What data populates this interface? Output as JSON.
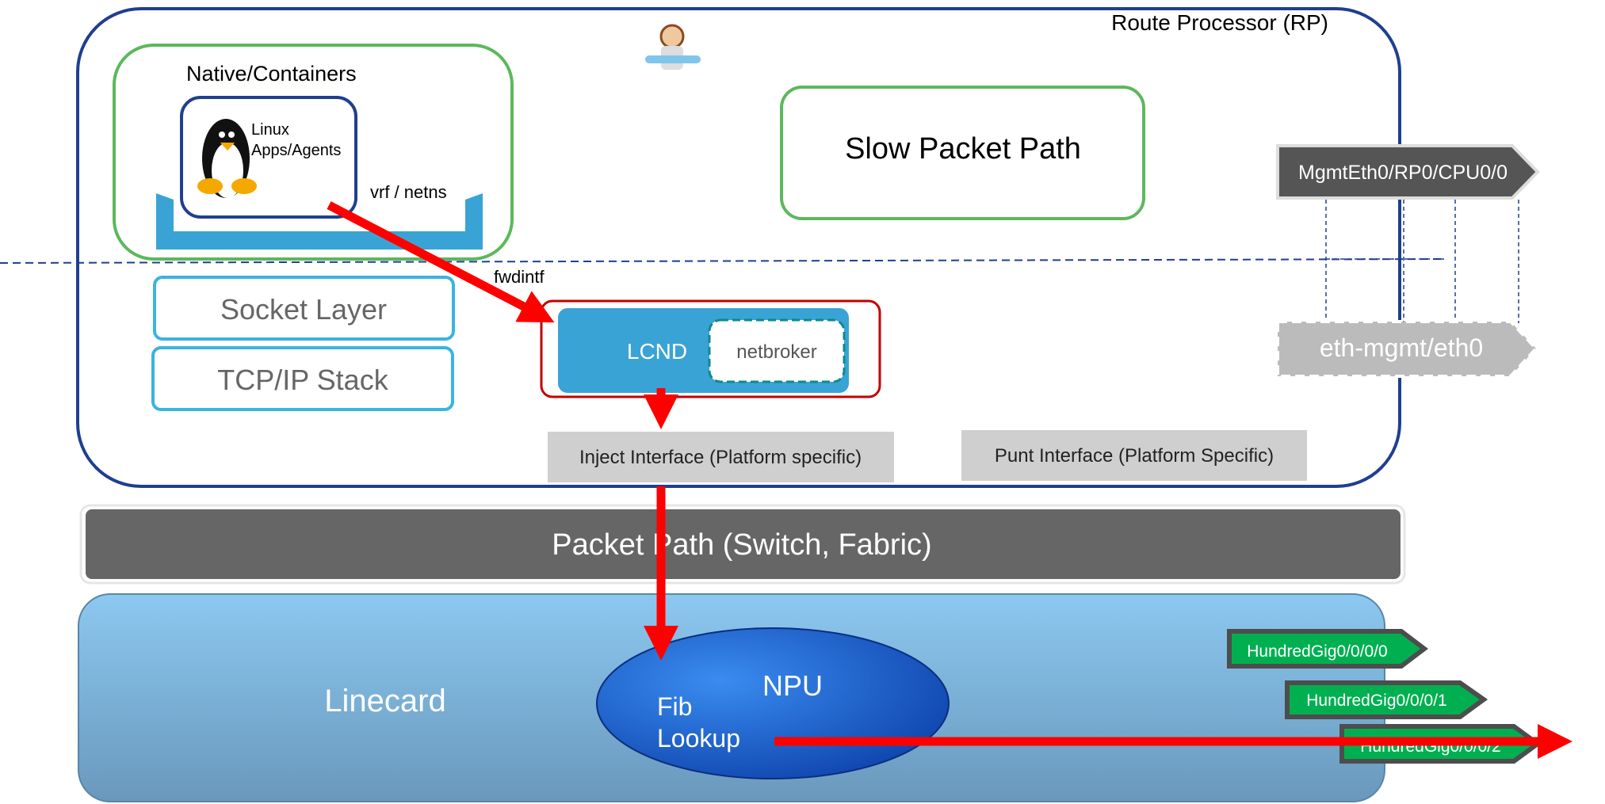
{
  "route_processor": {
    "title": "Route Processor (RP)"
  },
  "native": {
    "title": "Native/Containers",
    "linux_line1": "Linux",
    "linux_line2": "Apps/Agents",
    "vrf": "vrf / netns",
    "icon": "linux-penguin-icon"
  },
  "slow_path": "Slow Packet Path",
  "socket_layer": "Socket Layer",
  "tcpip": "TCP/IP Stack",
  "fwdintf": "fwdintf",
  "lcnd": {
    "label": "LCND",
    "netbroker": "netbroker"
  },
  "inject": "Inject Interface (Platform specific)",
  "punt": "Punt Interface (Platform Specific)",
  "mgmt": {
    "physical": "MgmtEth0/RP0/CPU0/0",
    "linux": "eth-mgmt/eth0"
  },
  "packet_path": "Packet Path (Switch, Fabric)",
  "linecard": {
    "title": "Linecard",
    "npu": "NPU",
    "fib1": "Fib",
    "fib2": "Lookup"
  },
  "interfaces": [
    "HundredGig0/0/0/0",
    "HundredGig0/0/0/1",
    "HundredGig0/0/0/2"
  ],
  "colors": {
    "rp_border": "#1f3f8f",
    "green": "#5cb85c",
    "cyan": "#3aa3d6",
    "red": "#ff0000",
    "dark_red": "#c00000",
    "intf_green": "#00b050"
  }
}
